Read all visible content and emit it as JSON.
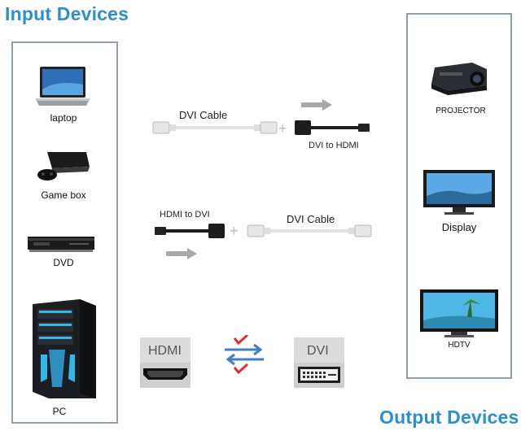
{
  "input_devices": {
    "title": "Input Devices",
    "items": [
      {
        "label": "laptop",
        "icon": "laptop-icon"
      },
      {
        "label": "Game box",
        "icon": "game-console-icon"
      },
      {
        "label": "DVD",
        "icon": "dvd-player-icon"
      },
      {
        "label": "PC",
        "icon": "pc-tower-icon"
      }
    ]
  },
  "output_devices": {
    "title": "Output Devices",
    "items": [
      {
        "label": "PROJECTOR",
        "icon": "projector-icon"
      },
      {
        "label": "Display",
        "icon": "monitor-icon"
      },
      {
        "label": "HDTV",
        "icon": "tv-icon"
      }
    ]
  },
  "cables": {
    "top": {
      "left_label": "DVI Cable",
      "right_label": "DVI to HDMI",
      "plus": "+"
    },
    "bottom": {
      "left_label": "HDMI to DVI",
      "right_label": "DVI Cable",
      "plus": "+"
    }
  },
  "ports": {
    "left": "HDMI",
    "right": "DVI"
  },
  "colors": {
    "heading": "#2a8fd0",
    "panel_border": "#8fa0a8",
    "arrow_blue": "#3b83c6",
    "check_red": "#d9302c",
    "arrow_gray": "#a8a8a8"
  }
}
